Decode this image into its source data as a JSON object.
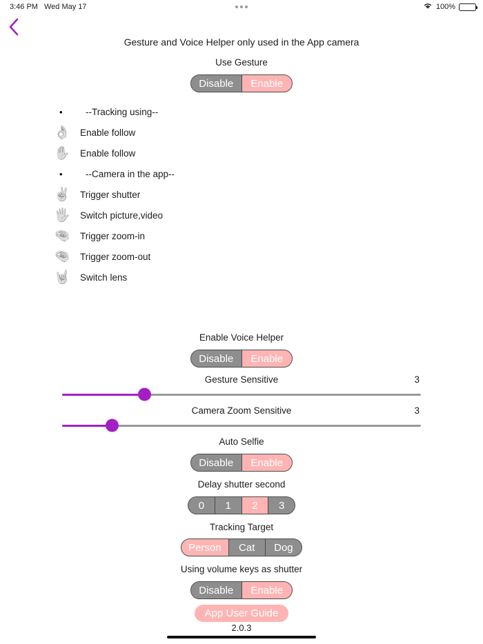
{
  "status_bar": {
    "time": "3:46 PM",
    "date": "Wed May 17",
    "wifi_icon": "wifi-icon",
    "battery_percent": "100%",
    "multitask_icon": "multitask-dots-icon"
  },
  "nav": {
    "back_icon": "chevron-left-icon",
    "accent_color": "#a31fc4"
  },
  "header": {
    "title": "Gesture and Voice Helper only used in the App camera"
  },
  "use_gesture": {
    "label": "Use Gesture",
    "options": [
      "Disable",
      "Enable"
    ],
    "selected": "Enable"
  },
  "gesture_list": [
    {
      "icon": "bullet-icon",
      "glyph": "•",
      "text": "--Tracking using--",
      "is_header": true
    },
    {
      "icon": "ok-hand-icon",
      "glyph": "👌",
      "text": "Enable follow",
      "is_header": false
    },
    {
      "icon": "raised-hand-icon",
      "glyph": "✋",
      "text": "Enable follow",
      "is_header": false
    },
    {
      "icon": "bullet-icon",
      "glyph": "•",
      "text": "--Camera in the app--",
      "is_header": true
    },
    {
      "icon": "victory-hand-icon",
      "glyph": "✌",
      "text": "Trigger shutter",
      "is_header": false
    },
    {
      "icon": "three-fingers-hand-icon",
      "glyph": "🖐",
      "text": "Switch picture,video",
      "is_header": false
    },
    {
      "icon": "pinch-open-hand-icon",
      "glyph": "🤏",
      "text": "Trigger zoom-in",
      "is_header": false
    },
    {
      "icon": "pinch-close-hand-icon",
      "glyph": "🤏",
      "text": "Trigger zoom-out",
      "is_header": false
    },
    {
      "icon": "horns-hand-icon",
      "glyph": "🤘",
      "text": "Switch lens",
      "is_header": false
    }
  ],
  "voice_helper": {
    "label": "Enable Voice Helper",
    "options": [
      "Disable",
      "Enable"
    ],
    "selected": "Enable"
  },
  "gesture_sensitive": {
    "label": "Gesture Sensitive",
    "value": "3",
    "fill_percent": 23
  },
  "camera_zoom_sensitive": {
    "label": "Camera Zoom Sensitive",
    "value": "3",
    "fill_percent": 14
  },
  "auto_selfie": {
    "label": "Auto Selfie",
    "options": [
      "Disable",
      "Enable"
    ],
    "selected": "Enable"
  },
  "delay_shutter": {
    "label": "Delay shutter second",
    "options": [
      "0",
      "1",
      "2",
      "3"
    ],
    "selected": "2"
  },
  "tracking_target": {
    "label": "Tracking Target",
    "options": [
      "Person",
      "Cat",
      "Dog"
    ],
    "selected": "Person"
  },
  "volume_keys": {
    "label": "Using volume keys as shutter",
    "options": [
      "Disable",
      "Enable"
    ],
    "selected": "Enable"
  },
  "footer": {
    "guide_button": "App User Guide",
    "version": "2.0.3"
  },
  "colors": {
    "selected_pink": "#ffb4b4",
    "segment_gray": "#8e8e8e",
    "slider_purple": "#a31fc4"
  }
}
